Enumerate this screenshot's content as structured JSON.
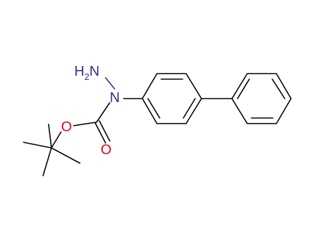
{
  "atoms": {
    "amine": {
      "text": "H",
      "sub": "2",
      "tail": "N"
    },
    "hydrazide_n": {
      "text": "N"
    },
    "ether_o": {
      "text": "O"
    },
    "carbonyl_o": {
      "text": "O"
    }
  },
  "colors": {
    "nitrogen": "#2c2e8c",
    "oxygen": "#e60012",
    "carbon": "#000000",
    "background": "#ffffff"
  }
}
